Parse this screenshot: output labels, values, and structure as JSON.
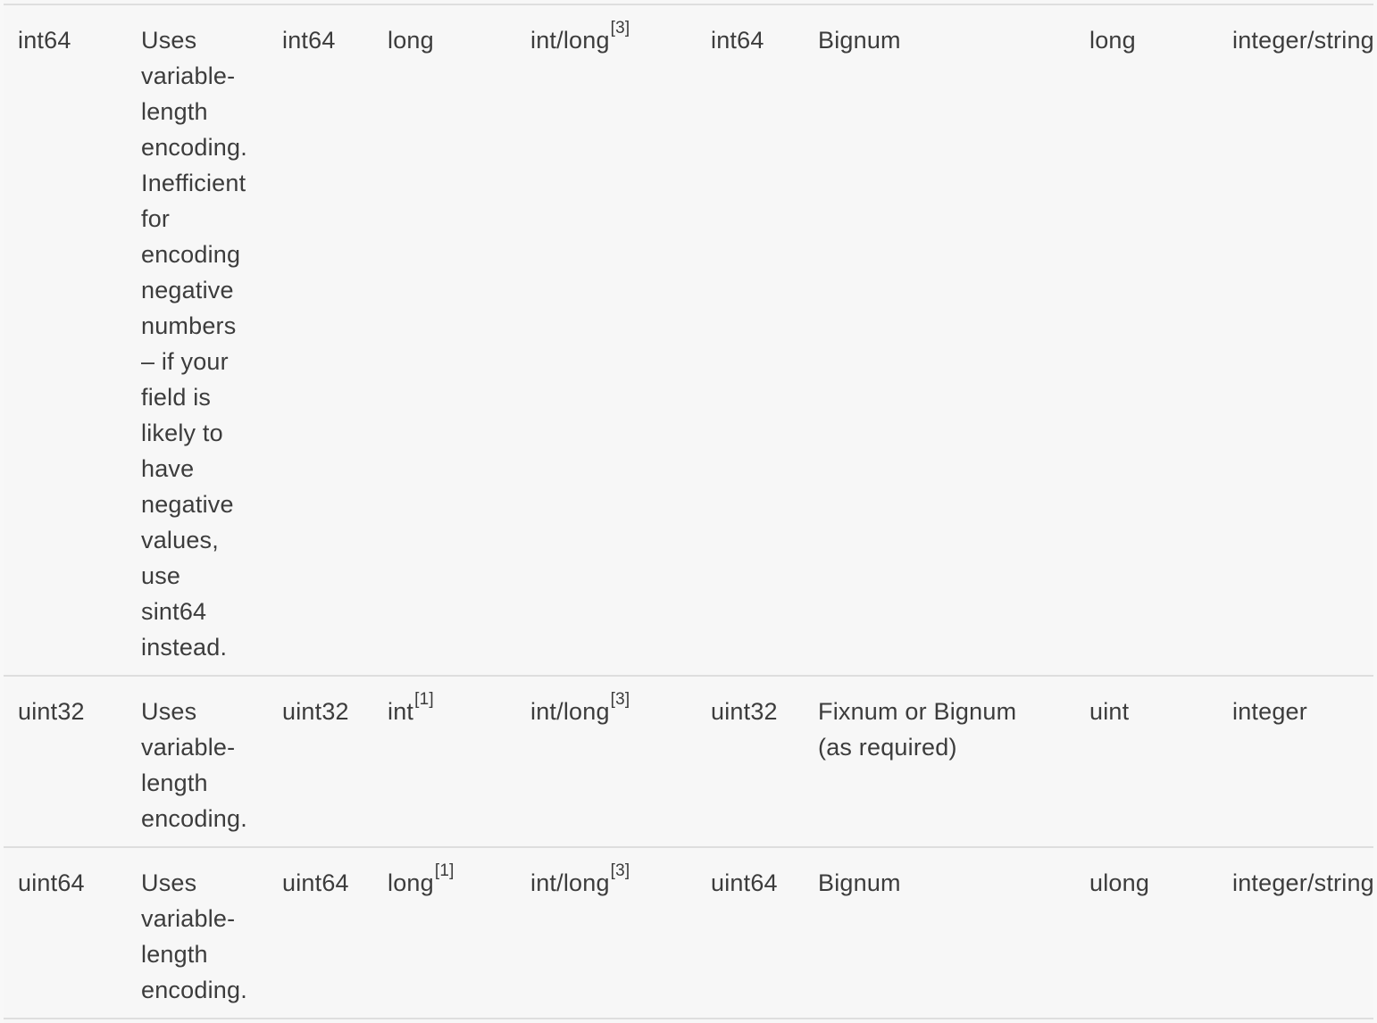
{
  "table": {
    "rows": [
      {
        "cells": [
          {
            "text": "int64"
          },
          {
            "lines": [
              "Uses",
              "variable-",
              "length",
              "encoding.",
              "Inefficient",
              "for",
              "encoding",
              "negative",
              "numbers",
              "– if your",
              "field is",
              "likely to",
              "have",
              "negative",
              "values,",
              "use",
              "sint64",
              "instead."
            ]
          },
          {
            "text": "int64"
          },
          {
            "text": "long"
          },
          {
            "text": "int/long",
            "sup": "[3]"
          },
          {
            "text": "int64"
          },
          {
            "text": "Bignum"
          },
          {
            "text": "long"
          },
          {
            "text": "integer/string"
          }
        ]
      },
      {
        "cells": [
          {
            "text": "uint32"
          },
          {
            "lines": [
              "Uses",
              "variable-",
              "length",
              "encoding."
            ]
          },
          {
            "text": "uint32"
          },
          {
            "text": "int",
            "sup": "[1]"
          },
          {
            "text": "int/long",
            "sup": "[3]"
          },
          {
            "text": "uint32"
          },
          {
            "lines": [
              "Fixnum or Bignum",
              "(as required)"
            ]
          },
          {
            "text": "uint"
          },
          {
            "text": "integer"
          }
        ]
      },
      {
        "cells": [
          {
            "text": "uint64"
          },
          {
            "lines": [
              "Uses",
              "variable-",
              "length",
              "encoding."
            ]
          },
          {
            "text": "uint64"
          },
          {
            "text": "long",
            "sup": "[1]"
          },
          {
            "text": "int/long",
            "sup": "[3]"
          },
          {
            "text": "uint64"
          },
          {
            "text": "Bignum"
          },
          {
            "text": "ulong"
          },
          {
            "text": "integer/string"
          }
        ]
      }
    ]
  }
}
